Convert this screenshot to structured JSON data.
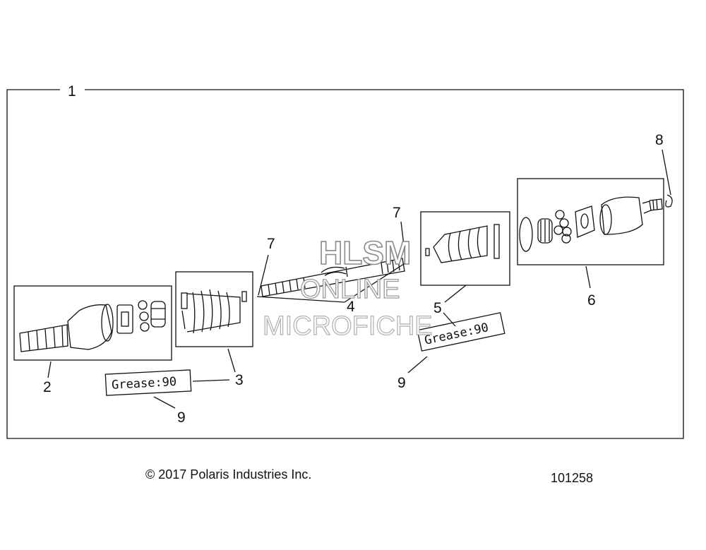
{
  "callouts": {
    "c1": "1",
    "c2": "2",
    "c3": "3",
    "c4": "4",
    "c5": "5",
    "c6": "6",
    "c7a": "7",
    "c7b": "7",
    "c8": "8",
    "c9a": "9",
    "c9b": "9"
  },
  "grease_labels": {
    "left": "Grease:90",
    "right": "Grease:90"
  },
  "watermark": {
    "line1": "HLSM",
    "line2": "ONLINE",
    "line3": "MICROFICHE"
  },
  "footer": {
    "copyright": "© 2017 Polaris Industries Inc.",
    "drawing_number": "101258"
  }
}
